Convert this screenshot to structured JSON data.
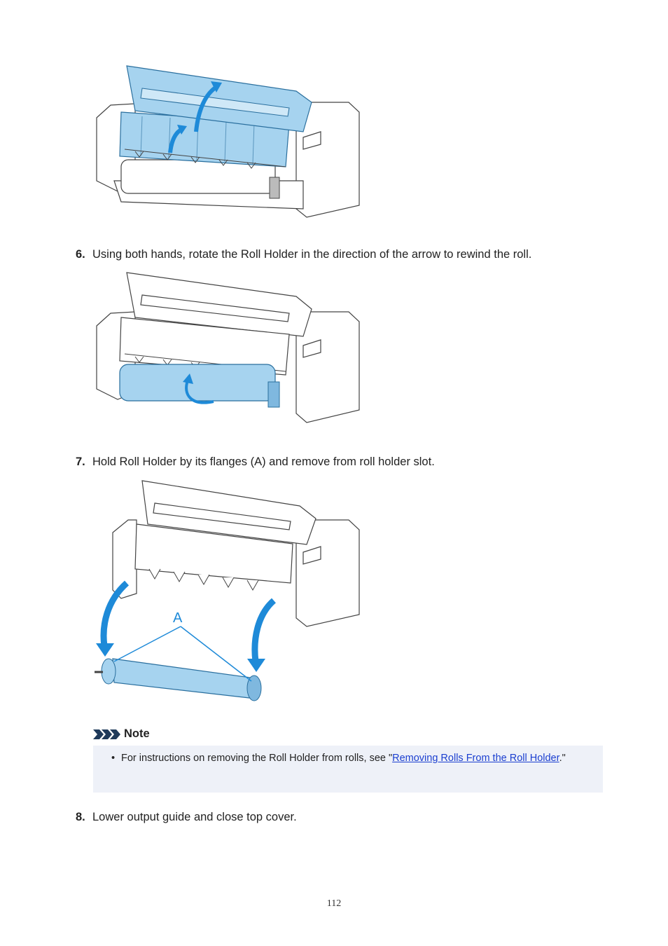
{
  "steps": [
    {
      "number": "6.",
      "text": "Using both hands, rotate the Roll Holder in the direction of the arrow to rewind the roll."
    },
    {
      "number": "7.",
      "text": "Hold Roll Holder by its flanges (A) and remove from roll holder slot."
    },
    {
      "number": "8.",
      "text": "Lower output guide and close top cover."
    }
  ],
  "figure3": {
    "callout_label": "A"
  },
  "note": {
    "heading": "Note",
    "bullet": "•",
    "text_before": "For instructions on removing the Roll Holder from rolls, see \"",
    "link_text": "Removing Rolls From the Roll Holder",
    "text_after": ".\""
  },
  "page_number": "112",
  "colors": {
    "accent_blue": "#1e8ad8",
    "part_blue": "#a6d3ef",
    "note_bg": "#eef1f8",
    "link": "#1b3fd0"
  }
}
